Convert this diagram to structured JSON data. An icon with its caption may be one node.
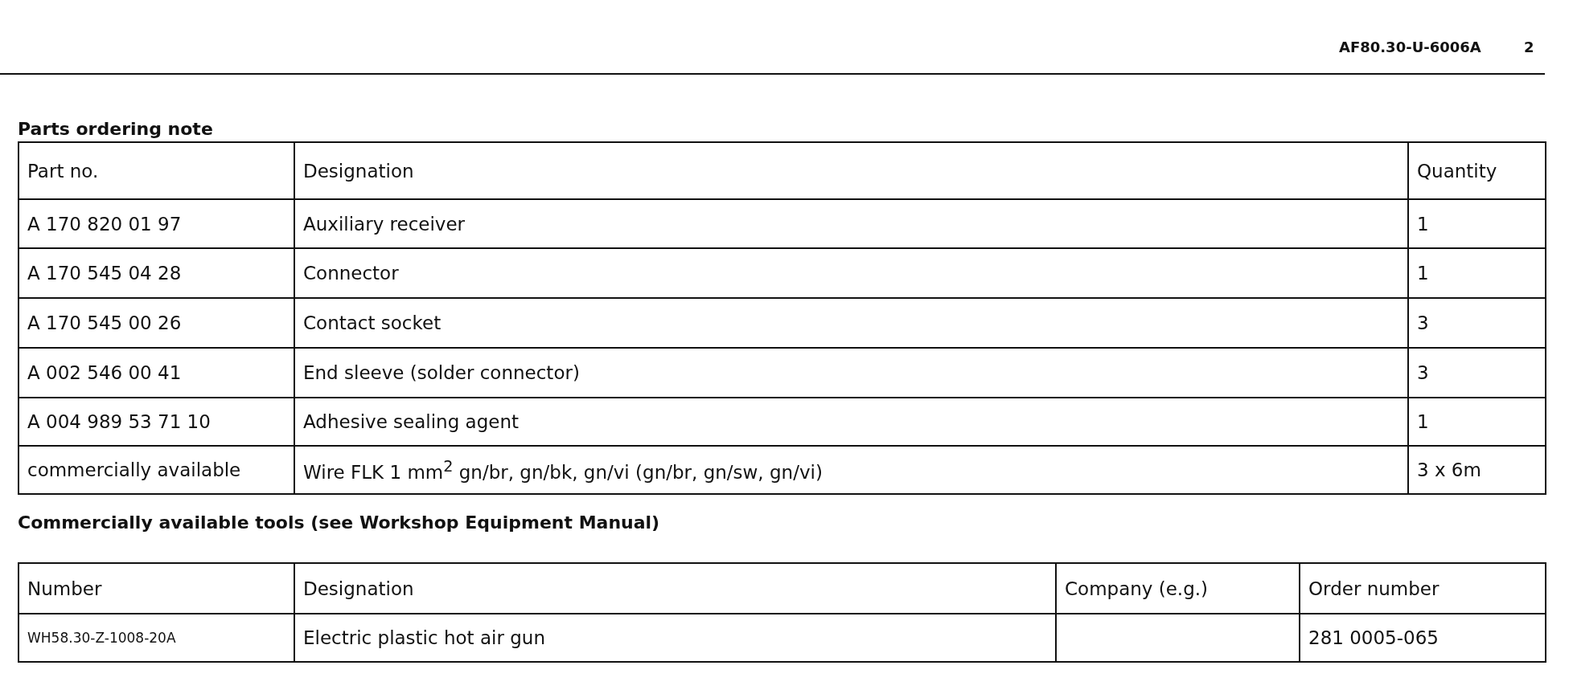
{
  "diagram": {
    "labels": [
      "AF80.30-U-6006A",
      "2",
      "Parts ordering note",
      "Part no.",
      "Designation",
      "Quantity",
      "A 170 820 01 97",
      "Auxiliary receiver",
      "1",
      "A 170 545 04 28",
      "Connector",
      "1",
      "A 170 545 00 26",
      "Contact socket",
      "3",
      "A 002 546 00 41",
      "End sleeve (solder connector)",
      "3",
      "A 004 989 53 71 10",
      "Adhesive sealing agent",
      "1",
      "commercially available",
      "Wire FLK 1 mm$^{2}$ gn/br, gn/bk, gn/vi (gn/br, gn/sw, gn/vi)",
      "3 x 6m",
      "Commercially available tools (see Workshop Equipment Manual)",
      "Number",
      "Designation",
      "Company (e.g.)",
      "Order number",
      "WH58.30-Z-1008-20A",
      "Electric plastic hot air gun",
      "281 0005-065"
    ]
  }
}
